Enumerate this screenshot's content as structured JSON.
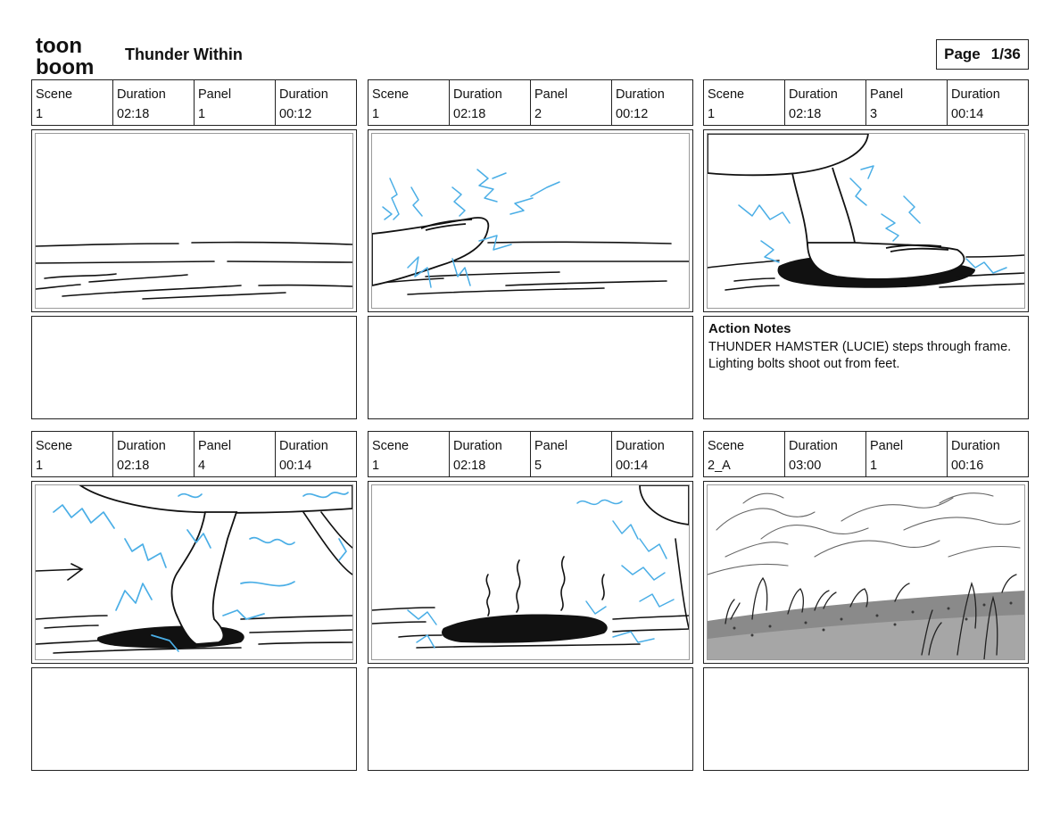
{
  "brand": {
    "logo_line1": "toon",
    "logo_line2": "boom"
  },
  "header": {
    "title": "Thunder Within",
    "page_label": "Page",
    "page_value": "1/36"
  },
  "labels": {
    "scene": "Scene",
    "duration": "Duration",
    "panel": "Panel"
  },
  "colors": {
    "ink": "#111111",
    "bolt": "#4aaee6",
    "frame_border": "#9a9a9a"
  },
  "panels": [
    {
      "scene": "1",
      "scene_duration": "02:18",
      "panel": "1",
      "panel_duration": "00:12",
      "notes_title": "",
      "notes": "",
      "art": "ground"
    },
    {
      "scene": "1",
      "scene_duration": "02:18",
      "panel": "2",
      "panel_duration": "00:12",
      "notes_title": "",
      "notes": "",
      "art": "foot-enter"
    },
    {
      "scene": "1",
      "scene_duration": "02:18",
      "panel": "3",
      "panel_duration": "00:14",
      "notes_title": "Action Notes",
      "notes": "THUNDER HAMSTER (LUCIE) steps through frame. Lighting bolts shoot out from feet.",
      "art": "foot-step"
    },
    {
      "scene": "1",
      "scene_duration": "02:18",
      "panel": "4",
      "panel_duration": "00:14",
      "notes_title": "",
      "notes": "",
      "art": "foot-lift"
    },
    {
      "scene": "1",
      "scene_duration": "02:18",
      "panel": "5",
      "panel_duration": "00:14",
      "notes_title": "",
      "notes": "",
      "art": "scorch"
    },
    {
      "scene": "2_A",
      "scene_duration": "03:00",
      "panel": "1",
      "panel_duration": "00:16",
      "notes_title": "",
      "notes": "",
      "art": "landscape"
    }
  ]
}
